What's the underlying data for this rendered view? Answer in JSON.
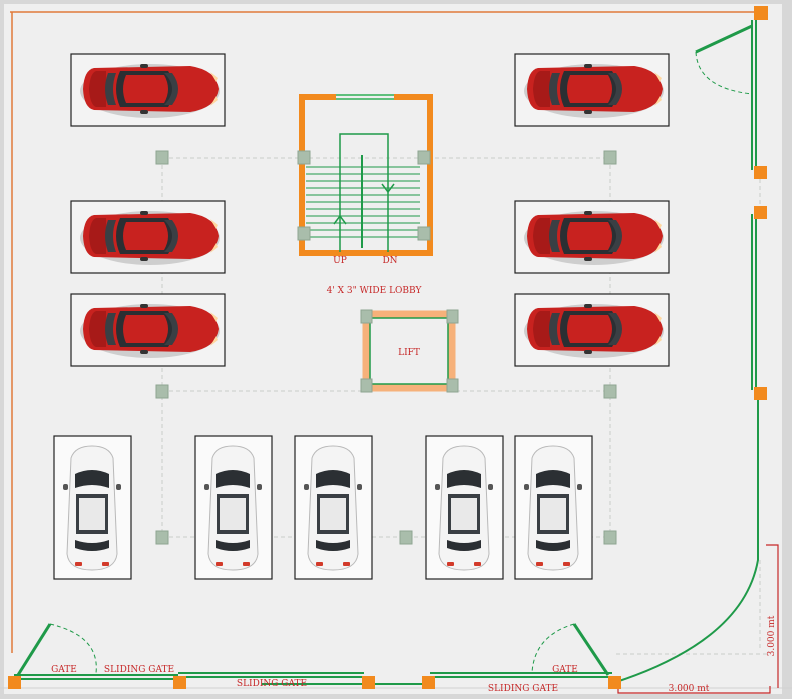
{
  "labels": {
    "up": "UP",
    "dn": "DN",
    "lobby": "4' X 3\" WIDE LOBBY",
    "lift": "LIFT",
    "gate_left": "GATE",
    "sliding_gate_1": "SLIDING GATE",
    "sliding_gate_2": "SLIDING GATE",
    "sliding_gate_3": "SLIDING GATE",
    "gate_right": "GATE",
    "dim_vertical": "3.000 mt",
    "dim_horizontal": "3.000 mt"
  },
  "colors": {
    "background": "#efefef",
    "outer": "#d7d7d7",
    "boundary_line": "#e07a3a",
    "wall": "#f28a1e",
    "green": "#1f9a49",
    "column": "#a9bdab",
    "text": "#c62828",
    "car_red": "#c8221f",
    "car_white": "#f4f4f4"
  },
  "parking": {
    "red_cars": [
      "left-top",
      "left-middle",
      "left-bottom",
      "right-top",
      "right-middle",
      "right-bottom"
    ],
    "white_cars": [
      "bottom-1",
      "bottom-2",
      "bottom-3",
      "bottom-4",
      "bottom-5"
    ]
  }
}
